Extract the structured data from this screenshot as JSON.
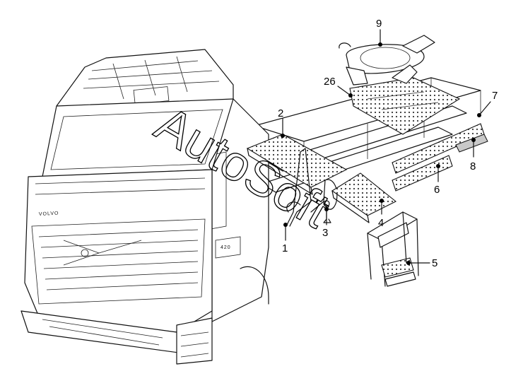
{
  "watermark": "AutoSoft",
  "cab_badge": "VOLVO",
  "cab_model": "420",
  "callouts": [
    {
      "id": "p1",
      "label": "1"
    },
    {
      "id": "p2",
      "label": "2"
    },
    {
      "id": "p3",
      "label": "3"
    },
    {
      "id": "p4",
      "label": "4"
    },
    {
      "id": "p5",
      "label": "5"
    },
    {
      "id": "p6",
      "label": "6"
    },
    {
      "id": "p7",
      "label": "7"
    },
    {
      "id": "p8",
      "label": "8"
    },
    {
      "id": "p9",
      "label": "9"
    },
    {
      "id": "p26",
      "label": "26"
    }
  ]
}
